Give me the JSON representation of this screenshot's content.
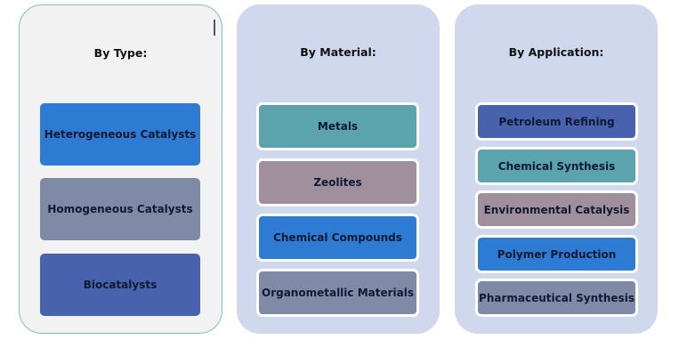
{
  "colors": {
    "type_panel_bg": "#f2f2f2",
    "type_panel_border": "#7fbfbf",
    "panel_bg": "#cfd8ec",
    "blue": "#2e7bd4",
    "slate": "#7f8ba6",
    "indigo": "#4862ad",
    "teal": "#5ba3ad",
    "mauve": "#a0909e"
  },
  "panels": [
    {
      "heading": "By Type:",
      "items": [
        {
          "label": "Heterogeneous Catalysts",
          "color": "#2e7bd4"
        },
        {
          "label": "Homogeneous Catalysts",
          "color": "#7f8ba6"
        },
        {
          "label": "Biocatalysts",
          "color": "#4862ad"
        }
      ]
    },
    {
      "heading": "By Material:",
      "items": [
        {
          "label": "Metals",
          "color": "#5ba3ad"
        },
        {
          "label": "Zeolites",
          "color": "#a0909e"
        },
        {
          "label": "Chemical Compounds",
          "color": "#2e7bd4"
        },
        {
          "label": "Organometallic Materials",
          "color": "#7f8ba6"
        }
      ]
    },
    {
      "heading": "By Application:",
      "items": [
        {
          "label": "Petroleum Refining",
          "color": "#4862ad"
        },
        {
          "label": "Chemical Synthesis",
          "color": "#5ba3ad"
        },
        {
          "label": "Environmental Catalysis",
          "color": "#a0909e"
        },
        {
          "label": "Polymer Production",
          "color": "#2e7bd4"
        },
        {
          "label": "Pharmaceutical Synthesis",
          "color": "#7f8ba6"
        }
      ]
    }
  ]
}
